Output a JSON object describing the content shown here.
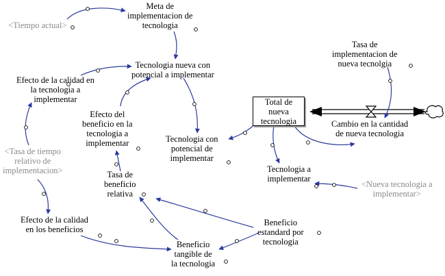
{
  "labels": {
    "meta_implementacion": "Meta de\nimplementacion de\ntecnologia",
    "tiempo_actual": "<Tiempo actual>",
    "tasa_implementacion_nueva": "Tasa de\nimplementacion de\nnueva tecnolgia",
    "tecnologia_nueva_potencial": "Tecnologia nueva con\npotencial a implementar",
    "efecto_calidad_tecnologia": "Efecto de la calidad en\nla tecnologia a\nimplementar",
    "efecto_beneficio_tecnologia": "Efecto del\nbeneficio en la\ntecnologia a\nimplementar",
    "total_nueva_tecnologia": "Total de\nnueva\ntecnologia",
    "cambio_cantidad": "Cambio en la cantidad\nde nueva tecnologia",
    "tecnologia_con_potencial": "Tecnologia con\npotencial de\nimplementar",
    "tasa_tiempo_relativo": "<Tasa de tiempo\nrelativo de\nimplementacion>",
    "tasa_beneficio_relativa": "Tasa de\nbeneficio\nrelativa",
    "tecnologia_a_implementar": "Tecnologia a\nimplementar",
    "nueva_tecnologia_implementar": "<Nueva tecnologia a\nimplementar>",
    "efecto_calidad_beneficios": "Efecto de la calidad\nen los beneficios",
    "beneficio_estandard": "Beneficio\nestandard por\ntecnologia",
    "beneficio_tangible": "Beneficio\ntangible de\nla tecnologia"
  },
  "colors": {
    "arrow": "#2b3a9c",
    "text": "#000000",
    "shadow_variable": "#8a8a8a",
    "flow_pipe": "#000000"
  }
}
